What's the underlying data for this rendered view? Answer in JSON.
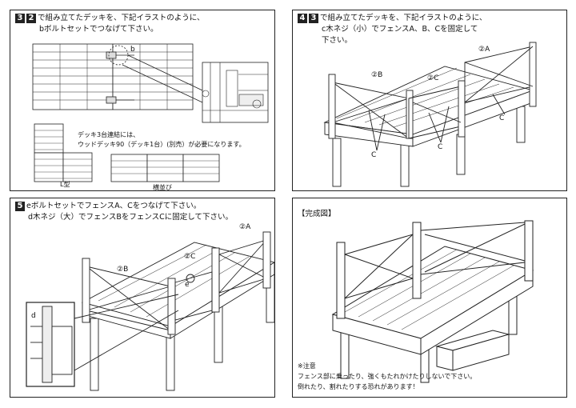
{
  "step3": {
    "badge_a": "3",
    "badge_b": "2",
    "line1": "で組み立てたデッキを、下記イラストのように、",
    "line2": "bボルトセットでつなげて下さい。",
    "callout_b": "b",
    "note1": "デッキ3台連結には、",
    "note2": "ウッドデッキ90（デッキ1台）(別売）が必要になります。",
    "label_l": "L型",
    "label_side": "横並び"
  },
  "step4": {
    "badge_a": "4",
    "badge_b": "3",
    "line1": "で組み立てたデッキを、下記イラストのように、",
    "line2": "c木ネジ（小）でフェンスA、B、Cを固定して",
    "line3": "下さい。",
    "mark_b": "②B",
    "mark_c": "②C",
    "mark_a": "②A",
    "c_label": "C"
  },
  "step5": {
    "badge": "5",
    "line1": "eボルトセットでフェンスA、Cをつなげて下さい。",
    "line2": "d木ネジ（大）でフェンスBをフェンスCに固定して下さい。",
    "mark_b": "②B",
    "mark_c": "②C",
    "mark_a": "②A",
    "e_label": "e",
    "d_label": "d"
  },
  "complete": {
    "title": "【完成図】",
    "caution_title": "※注意",
    "caution1": "フェンス部に乗ったり、強くもたれかけたりしないで下さい。",
    "caution2": "倒れたり、割れたりする恐れがあります！"
  }
}
